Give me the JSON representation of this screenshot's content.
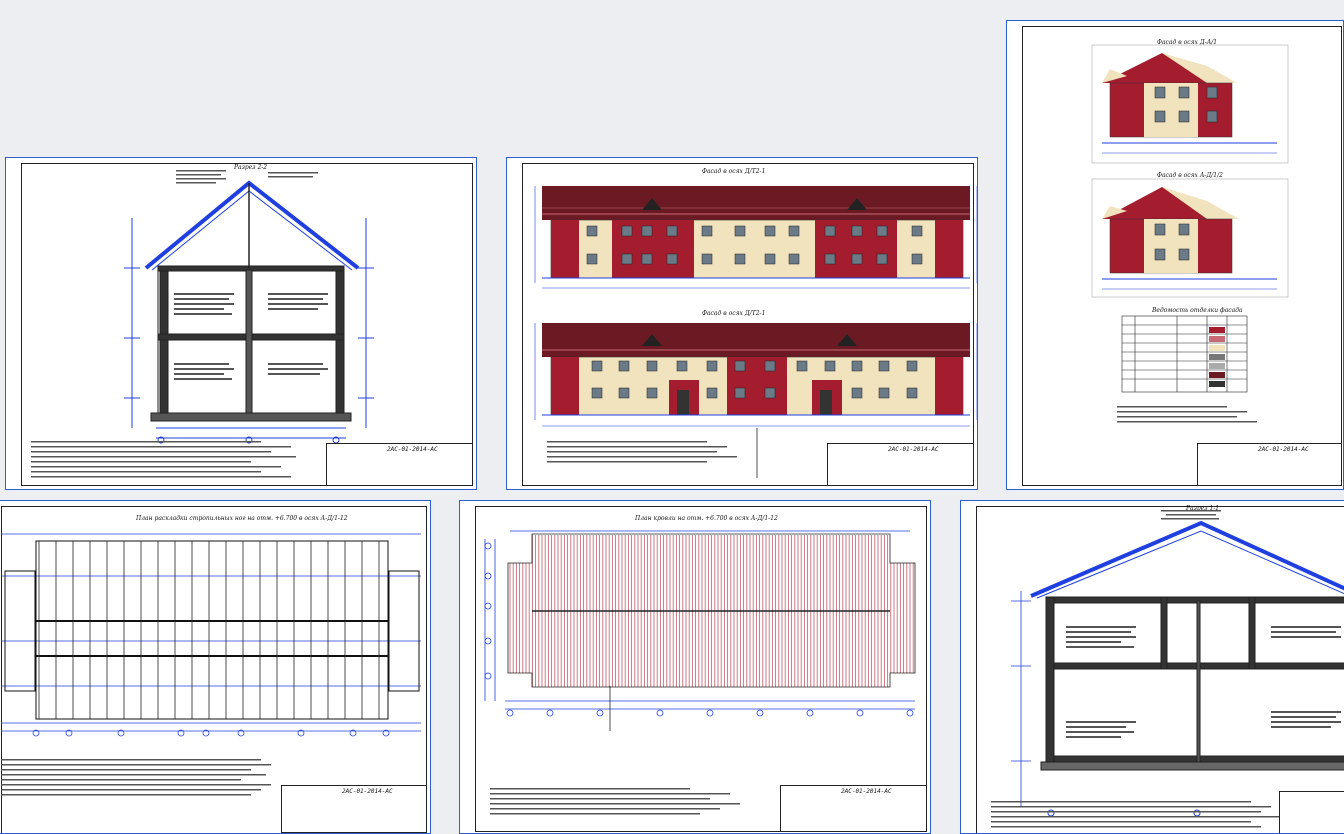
{
  "sheets": {
    "section_2_2": {
      "title": "Разрез 2-2",
      "stamp_code": "2АС-01-2014-АС"
    },
    "facades": {
      "title_top": "Фасад в осях Д/Т2-1",
      "title_bottom": "Фасад в осях Д/Т2-1",
      "stamp_code": "2АС-01-2014-АС"
    },
    "facades_side": {
      "title_top": "Фасад в осях Д-А/1",
      "title_bottom": "Фасад в осях А-Д/1/2",
      "table_title": "Ведомость отделки фасада",
      "stamp_code": "2АС-01-2014-АС"
    },
    "rafters_plan": {
      "title": "План раскладки стропильных ног на отм. +6.700 в осях А-Д/1-12",
      "stamp_code": "2АС-01-2014-АС"
    },
    "roof_plan": {
      "title": "План кровли на отм. +6.700 в осях А-Д/1-12",
      "stamp_code": "2АС-01-2014-АС"
    },
    "section_1_1": {
      "title": "Разрез 1-1",
      "stamp_code": ""
    }
  },
  "colors": {
    "accent": "#1f3fe0",
    "brick_red": "#a31d2e",
    "roof_dark": "#6b1a24",
    "wall_cream": "#f1e3bd",
    "roof_pink": "#c86a74"
  }
}
